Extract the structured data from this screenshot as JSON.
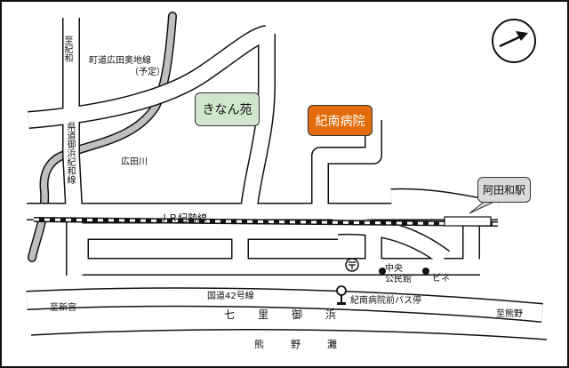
{
  "map": {
    "places": {
      "kinan_en": "きなん苑",
      "kinan_hospital": "紀南病院",
      "ada_station": "阿田和駅",
      "chuo_kominkan_1": "中央",
      "chuo_kominkan_2": "公民館",
      "pine": "ピネ",
      "bus_stop": "紀南病院前バス停"
    },
    "roads": {
      "to_kiwa": "至紀和",
      "town_road": "町道広田奥地線",
      "town_road_note": "（予定）",
      "pref_road": "県道御浜紀和線",
      "hirota_river": "広田川",
      "jr_line": "ＪＲ紀勢線",
      "national_road": "国道42号線",
      "to_shingu": "至新宮",
      "to_kumano": "至熊野"
    },
    "coast": {
      "shichiri_mihama": "七里御浜",
      "kumano_nada": "熊野灘"
    },
    "colors": {
      "kinan_en_fill": "#cfe6cc",
      "hospital_fill": "#e36c0a",
      "station_fill": "#d9d9d9",
      "river": "#bfbfbf"
    },
    "icons": [
      "north-arrow-icon",
      "post-office-icon",
      "bus-stop-icon",
      "building-dot-icon"
    ]
  }
}
